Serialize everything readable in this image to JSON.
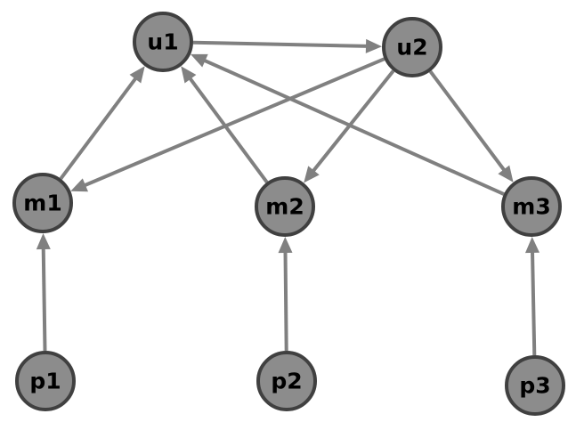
{
  "nodes": [
    {
      "id": "u1",
      "label": "u1"
    },
    {
      "id": "u2",
      "label": "u2"
    },
    {
      "id": "m1",
      "label": "m1"
    },
    {
      "id": "m2",
      "label": "m2"
    },
    {
      "id": "m3",
      "label": "m3"
    },
    {
      "id": "p1",
      "label": "p1"
    },
    {
      "id": "p2",
      "label": "p2"
    },
    {
      "id": "p3",
      "label": "p3"
    }
  ],
  "edges": [
    {
      "from": "u1",
      "to": "u2"
    },
    {
      "from": "u2",
      "to": "m1"
    },
    {
      "from": "u2",
      "to": "m2"
    },
    {
      "from": "u2",
      "to": "m3"
    },
    {
      "from": "m1",
      "to": "u1"
    },
    {
      "from": "m2",
      "to": "u1"
    },
    {
      "from": "m3",
      "to": "u1"
    },
    {
      "from": "p1",
      "to": "m1"
    },
    {
      "from": "p2",
      "to": "m2"
    },
    {
      "from": "p3",
      "to": "m3"
    }
  ],
  "colors": {
    "node_fill": "#8c8c8c",
    "node_stroke": "#404040",
    "edge": "#808080",
    "label": "#000000"
  }
}
